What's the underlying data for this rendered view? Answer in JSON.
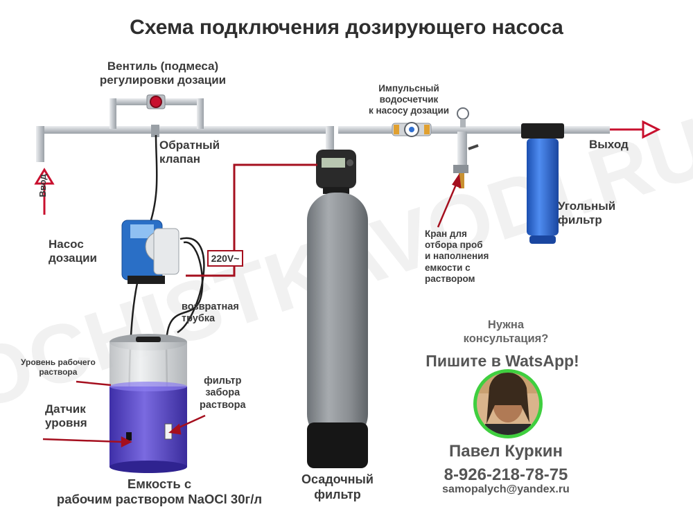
{
  "title": "Схема подключения дозирующего насоса",
  "labels": {
    "valve": [
      "Вентиль (подмеса)",
      "регулировки дозации"
    ],
    "check_valve": [
      "Обратный",
      "клапан"
    ],
    "pulse_meter": [
      "Импульсный",
      "водосчетчик",
      "к насосу дозации"
    ],
    "inlet": "Ввод",
    "outlet": "Выход",
    "carbon_filter": [
      "Угольный",
      "фильтр"
    ],
    "sample_tap": [
      "Кран для",
      "отбора проб",
      "и наполнения",
      "емкости с",
      "раствором"
    ],
    "pump": [
      "Насос",
      "дозации"
    ],
    "voltage": "220V~",
    "return_tube": [
      "возвратная",
      "трубка"
    ],
    "level": [
      "Уровень рабочего",
      "раствора"
    ],
    "sensor": [
      "Датчик",
      "уровня"
    ],
    "intake_filter": [
      "фильтр",
      "забора",
      "раствора"
    ],
    "tank": [
      "Емкость с",
      "рабочим раствором NaOCl 30г/л"
    ],
    "sediment_filter": [
      "Осадочный",
      "фильтр"
    ]
  },
  "contact": {
    "consult": [
      "Нужна",
      "консультация?"
    ],
    "write": "Пишите в WatsApp!",
    "name": "Павел Куркин",
    "phone": "8-926-218-78-75",
    "email": "samopalych@yandex.ru"
  },
  "watermark": "OCHISTKAVODI.RU",
  "colors": {
    "arrow": "#c8102e",
    "wire": "#a50f1e",
    "pipe": "#c8ccd1",
    "pump_body": "#2a6fc6",
    "filter_housing": "#2b6cd8",
    "solution": "#5a48c8",
    "tank_shell": "#d6d8da",
    "sediment_body": "#8e9296",
    "avatar_ring": "#3fcf3f"
  }
}
